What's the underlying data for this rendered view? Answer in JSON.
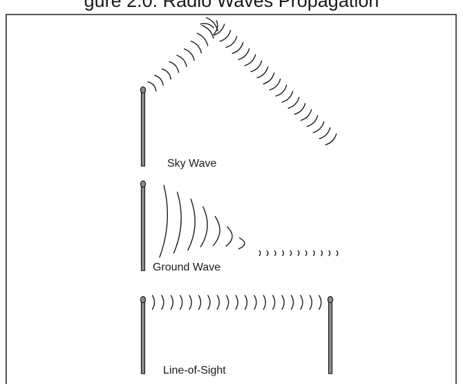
{
  "figure": {
    "caption_partial": "gure 2.0. Radio Waves Propagation",
    "panels": [
      {
        "name": "sky-wave",
        "label": "Sky Wave"
      },
      {
        "name": "ground-wave",
        "label": "Ground Wave"
      },
      {
        "name": "line-of-sight",
        "label": "Line-of-Sight"
      }
    ],
    "colors": {
      "stroke": "#1a1a1a",
      "antenna_fill": "#8c8c8c",
      "background": "#ffffff"
    }
  }
}
